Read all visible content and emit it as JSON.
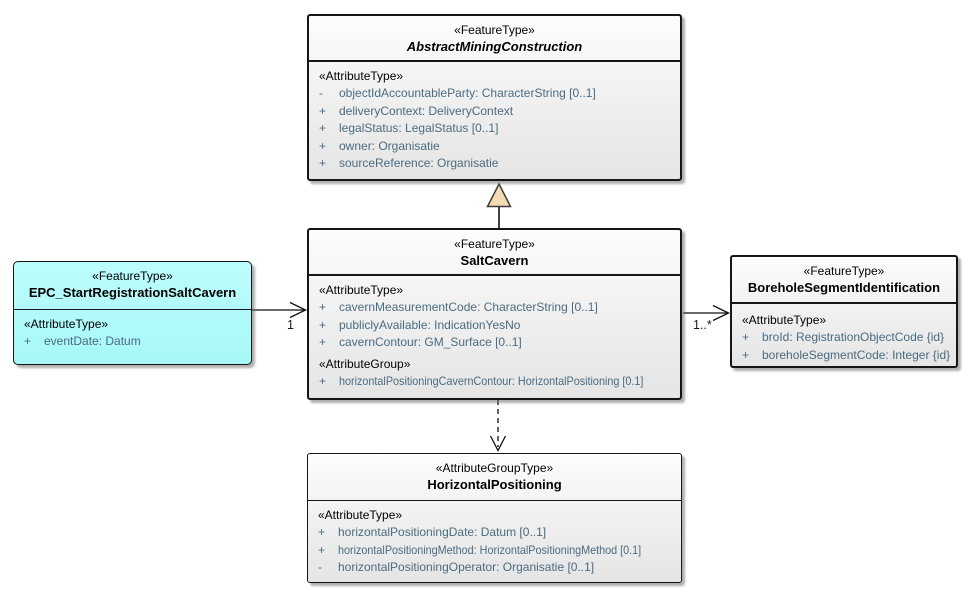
{
  "diagram_type": "uml-class-diagram",
  "colors": {
    "background": "#ffffff",
    "box_fill_top": "#fdfdfd",
    "box_fill_bottom": "#e5e5e5",
    "epc_box_fill": "#aefbfb",
    "border": "#161616",
    "attribute_text": "#4b6b80",
    "generalization_triangle_fill": "#f2ddb3",
    "shadow": "#6e6e6e"
  },
  "classes": {
    "abstract_mining_construction": {
      "stereotype": "«FeatureType»",
      "name": "AbstractMiningConstruction",
      "attr_heading": "«AttributeType»",
      "attributes": [
        {
          "visibility": "-",
          "text": "objectIdAccountableParty: CharacterString [0..1]"
        },
        {
          "visibility": "+",
          "text": "deliveryContext: DeliveryContext"
        },
        {
          "visibility": "+",
          "text": "legalStatus: LegalStatus [0..1]"
        },
        {
          "visibility": "+",
          "text": "owner: Organisatie"
        },
        {
          "visibility": "+",
          "text": "sourceReference: Organisatie"
        }
      ]
    },
    "salt_cavern": {
      "stereotype": "«FeatureType»",
      "name": "SaltCavern",
      "attr_heading": "«AttributeType»",
      "attributes": [
        {
          "visibility": "+",
          "text": "cavernMeasurementCode: CharacterString [0..1]"
        },
        {
          "visibility": "+",
          "text": "publiclyAvailable: IndicationYesNo"
        },
        {
          "visibility": "+",
          "text": "cavernContour: GM_Surface [0..1]"
        }
      ],
      "group_heading": "«AttributeGroup»",
      "group_attributes": [
        {
          "visibility": "+",
          "text": "horizontalPositioningCavernContour: HorizontalPositioning [0.1]"
        }
      ]
    },
    "epc_start_registration_salt_cavern": {
      "stereotype": "«FeatureType»",
      "name": "EPC_StartRegistrationSaltCavern",
      "attr_heading": "«AttributeType»",
      "attributes": [
        {
          "visibility": "+",
          "text": "eventDate: Datum"
        }
      ]
    },
    "borehole_segment_identification": {
      "stereotype": "«FeatureType»",
      "name": "BoreholeSegmentIdentification",
      "attr_heading": "«AttributeType»",
      "attributes": [
        {
          "visibility": "+",
          "text": "broId: RegistrationObjectCode {id}"
        },
        {
          "visibility": "+",
          "text": "boreholeSegmentCode: Integer {id}"
        }
      ]
    },
    "horizontal_positioning": {
      "stereotype": "«AttributeGroupType»",
      "name": "HorizontalPositioning",
      "attr_heading": "«AttributeType»",
      "attributes": [
        {
          "visibility": "+",
          "text": "horizontalPositioningDate: Datum [0..1]"
        },
        {
          "visibility": "+",
          "text": "horizontalPositioningMethod: HorizontalPositioningMethod [0.1]"
        },
        {
          "visibility": "-",
          "text": "horizontalPositioningOperator: Organisatie [0..1]"
        }
      ]
    }
  },
  "connectors": {
    "generalization": {
      "from": "SaltCavern",
      "to": "AbstractMiningConstruction"
    },
    "epc_to_saltcavern": {
      "multiplicity": "1"
    },
    "saltcavern_to_borehole": {
      "multiplicity": "1..*"
    },
    "dependency": {
      "from": "SaltCavern",
      "to": "HorizontalPositioning"
    }
  }
}
